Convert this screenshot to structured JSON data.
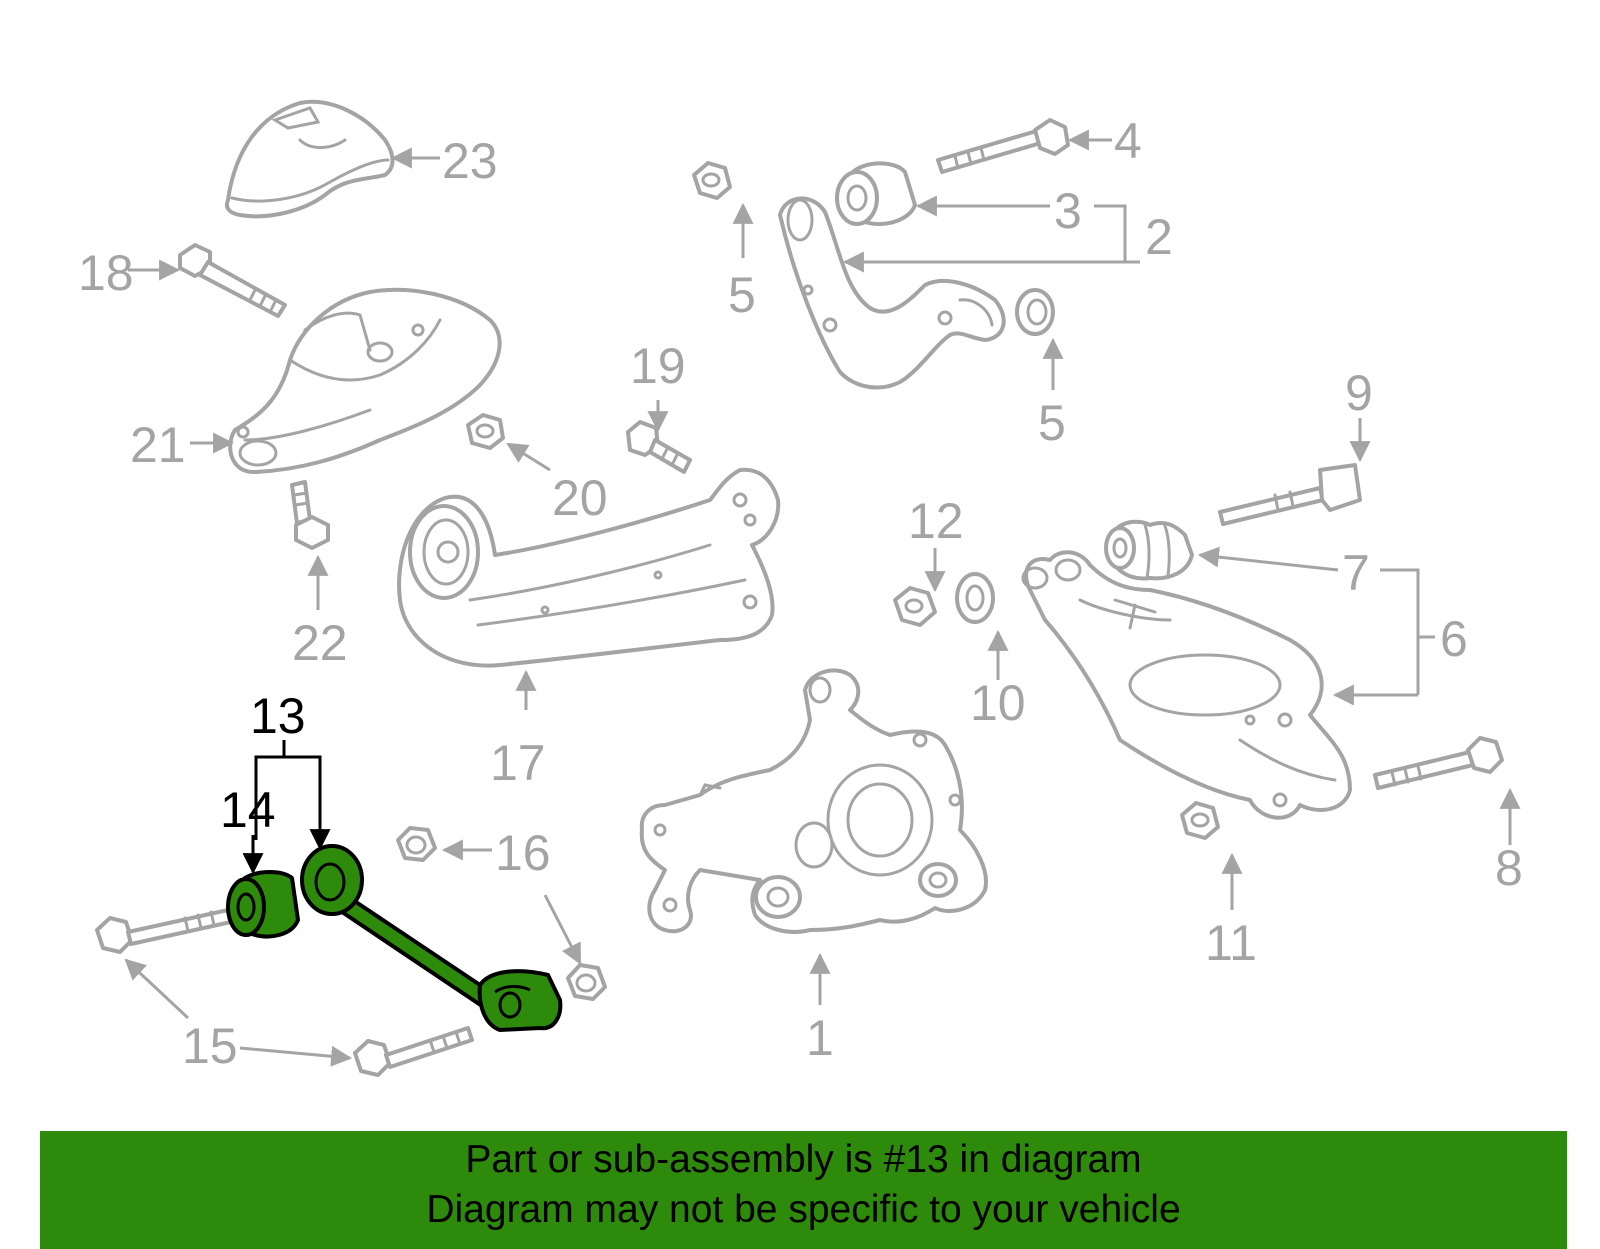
{
  "diagram": {
    "highlight_color": "#2e8a0b",
    "part_stroke_color": "#a4a4a4",
    "callouts": [
      {
        "id": "1",
        "label": "1"
      },
      {
        "id": "2",
        "label": "2"
      },
      {
        "id": "3",
        "label": "3"
      },
      {
        "id": "4",
        "label": "4"
      },
      {
        "id": "5a",
        "label": "5"
      },
      {
        "id": "5b",
        "label": "5"
      },
      {
        "id": "6",
        "label": "6"
      },
      {
        "id": "7",
        "label": "7"
      },
      {
        "id": "8",
        "label": "8"
      },
      {
        "id": "9",
        "label": "9"
      },
      {
        "id": "10",
        "label": "10"
      },
      {
        "id": "11",
        "label": "11"
      },
      {
        "id": "12",
        "label": "12"
      },
      {
        "id": "13",
        "label": "13",
        "highlighted": true
      },
      {
        "id": "14",
        "label": "14",
        "highlighted": true
      },
      {
        "id": "15",
        "label": "15"
      },
      {
        "id": "16",
        "label": "16"
      },
      {
        "id": "17",
        "label": "17"
      },
      {
        "id": "18",
        "label": "18"
      },
      {
        "id": "19",
        "label": "19"
      },
      {
        "id": "20",
        "label": "20"
      },
      {
        "id": "21",
        "label": "21"
      },
      {
        "id": "22",
        "label": "22"
      },
      {
        "id": "23",
        "label": "23"
      }
    ]
  },
  "banner": {
    "color": "#2e8a0b",
    "line1": "Part or sub-assembly is #13 in diagram",
    "line2": "Diagram may not be specific to your vehicle"
  }
}
